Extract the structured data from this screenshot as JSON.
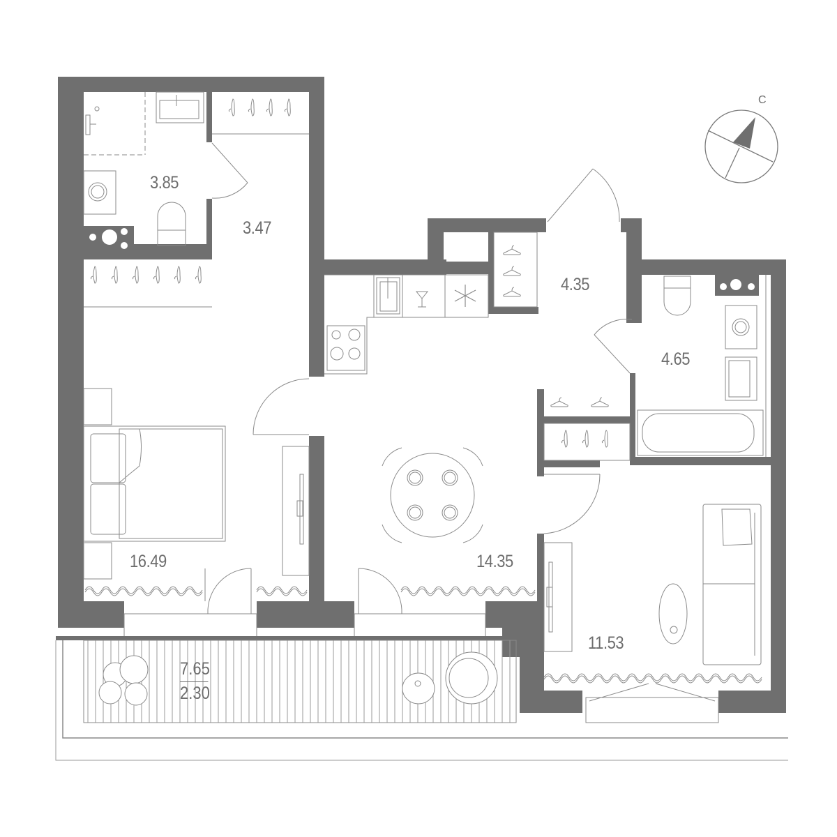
{
  "colors": {
    "wall": "#6f6f6f",
    "line": "#8a8a8a",
    "text": "#6d6d6d",
    "background": "#ffffff"
  },
  "compass": {
    "north_letter": "С",
    "icon": "compass-north-arrow-icon"
  },
  "rooms": [
    {
      "id": "bathroom-1",
      "type": "combined bathroom",
      "area": "3.85"
    },
    {
      "id": "hallway-1",
      "type": "corridor / wardrobe",
      "area": "3.47"
    },
    {
      "id": "bedroom",
      "type": "bedroom",
      "area": "16.49"
    },
    {
      "id": "kitchen-dining",
      "type": "kitchen-dining room",
      "area": "14.35"
    },
    {
      "id": "entrance-hall",
      "type": "entrance hall",
      "area": "4.35"
    },
    {
      "id": "bathroom-2",
      "type": "bathroom with tub",
      "area": "4.65"
    },
    {
      "id": "living-room",
      "type": "living room",
      "area": "11.53"
    }
  ],
  "balcony": {
    "area": "7.65",
    "reduced_area": "2.30"
  },
  "fixtures": {
    "kitchen": [
      "stove-icon",
      "sink-icon",
      "cocktail-glass-icon",
      "snowflake-fridge-icon"
    ],
    "bathroom_1": [
      "shower-icon",
      "washbasin-icon",
      "washing-machine-icon",
      "toilet-icon",
      "utility-riser-icon"
    ],
    "bathroom_2": [
      "toilet-icon",
      "washing-machine-icon",
      "washbasin-icon",
      "bathtub-icon",
      "utility-riser-icon"
    ],
    "living": [
      "sofa-icon",
      "cushion-icon",
      "oval-coffee-table-icon",
      "tv-stand-icon"
    ],
    "bedroom": [
      "double-bed-icon",
      "nightstand-icon",
      "tv-stand-icon",
      "wardrobe-hanger-icon"
    ],
    "dining": [
      "round-table-four-chairs-icon"
    ],
    "balcony": [
      "monstera-plant-icon",
      "side-table-icon",
      "armchair-icon"
    ]
  }
}
